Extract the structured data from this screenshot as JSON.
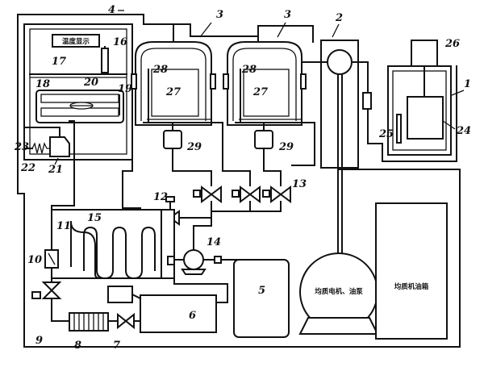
{
  "labels": {
    "n1": "1",
    "n2": "2",
    "n3a": "3",
    "n3b": "3",
    "n4": "4",
    "n5": "5",
    "n6": "6",
    "n7": "7",
    "n8": "8",
    "n9": "9",
    "n10": "10",
    "n11": "11",
    "n12": "12",
    "n13": "13",
    "n14": "14",
    "n15": "15",
    "n16": "16",
    "n17": "17",
    "n18": "18",
    "n19": "19",
    "n20": "20",
    "n21": "21",
    "n22": "22",
    "n23": "23",
    "n24": "24",
    "n25": "25",
    "n26": "26",
    "n27a": "27",
    "n27b": "27",
    "n28a": "28",
    "n28b": "28",
    "n29a": "29",
    "n29b": "29"
  },
  "texts": {
    "temp_display": "温度显示",
    "motor_pump": "均质电机、油泵",
    "oil_tank": "均质机油箱"
  }
}
